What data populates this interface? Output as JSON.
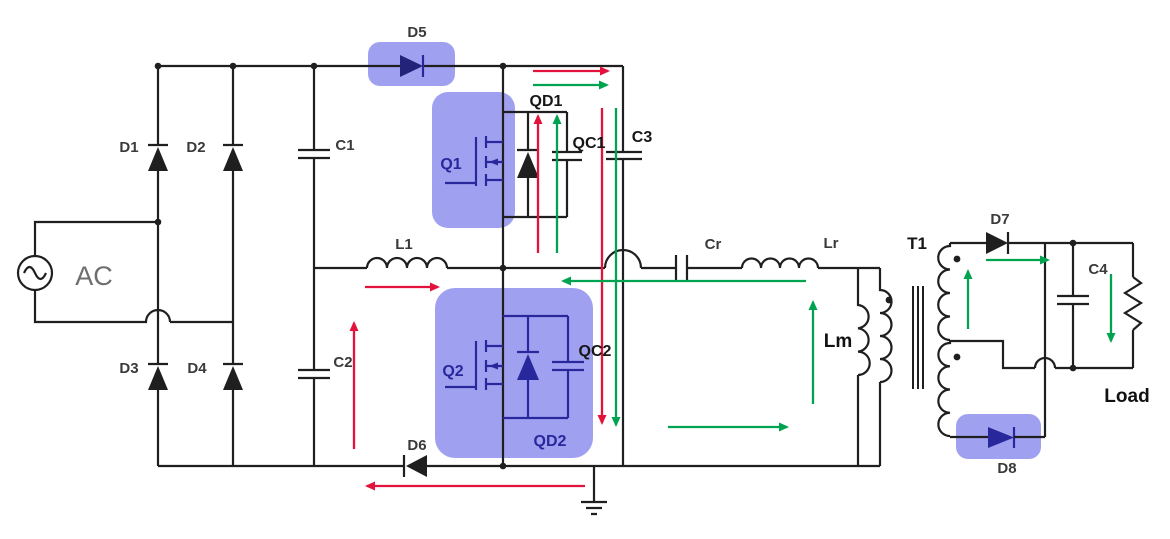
{
  "figure_type": "power-electronics circuit schematic with current-flow annotations",
  "labels": {
    "ac": "AC",
    "d1": "D1",
    "d2": "D2",
    "d3": "D3",
    "d4": "D4",
    "d5": "D5",
    "d6": "D6",
    "d7": "D7",
    "d8": "D8",
    "c1": "C1",
    "c2": "C2",
    "c3": "C3",
    "c4": "C4",
    "l1": "L1",
    "cr": "Cr",
    "lr": "Lr",
    "lm": "Lm",
    "t1": "T1",
    "q1": "Q1",
    "q2": "Q2",
    "qd1": "QD1",
    "qd2": "QD2",
    "qc1": "QC1",
    "qc2": "QC2",
    "load": "Load"
  },
  "highlighted_components": [
    "D5",
    "Q1",
    "Q2",
    "D8"
  ],
  "colors": {
    "wire": "#1f1f1f",
    "current_path_red": "#e3123c",
    "current_path_green": "#00a34f",
    "highlight_purple": "#8f8fee",
    "highlight_symbol_navy": "#28289c",
    "component_label": "#3a3a3a",
    "ac_label_gray": "#6e6e6e"
  }
}
